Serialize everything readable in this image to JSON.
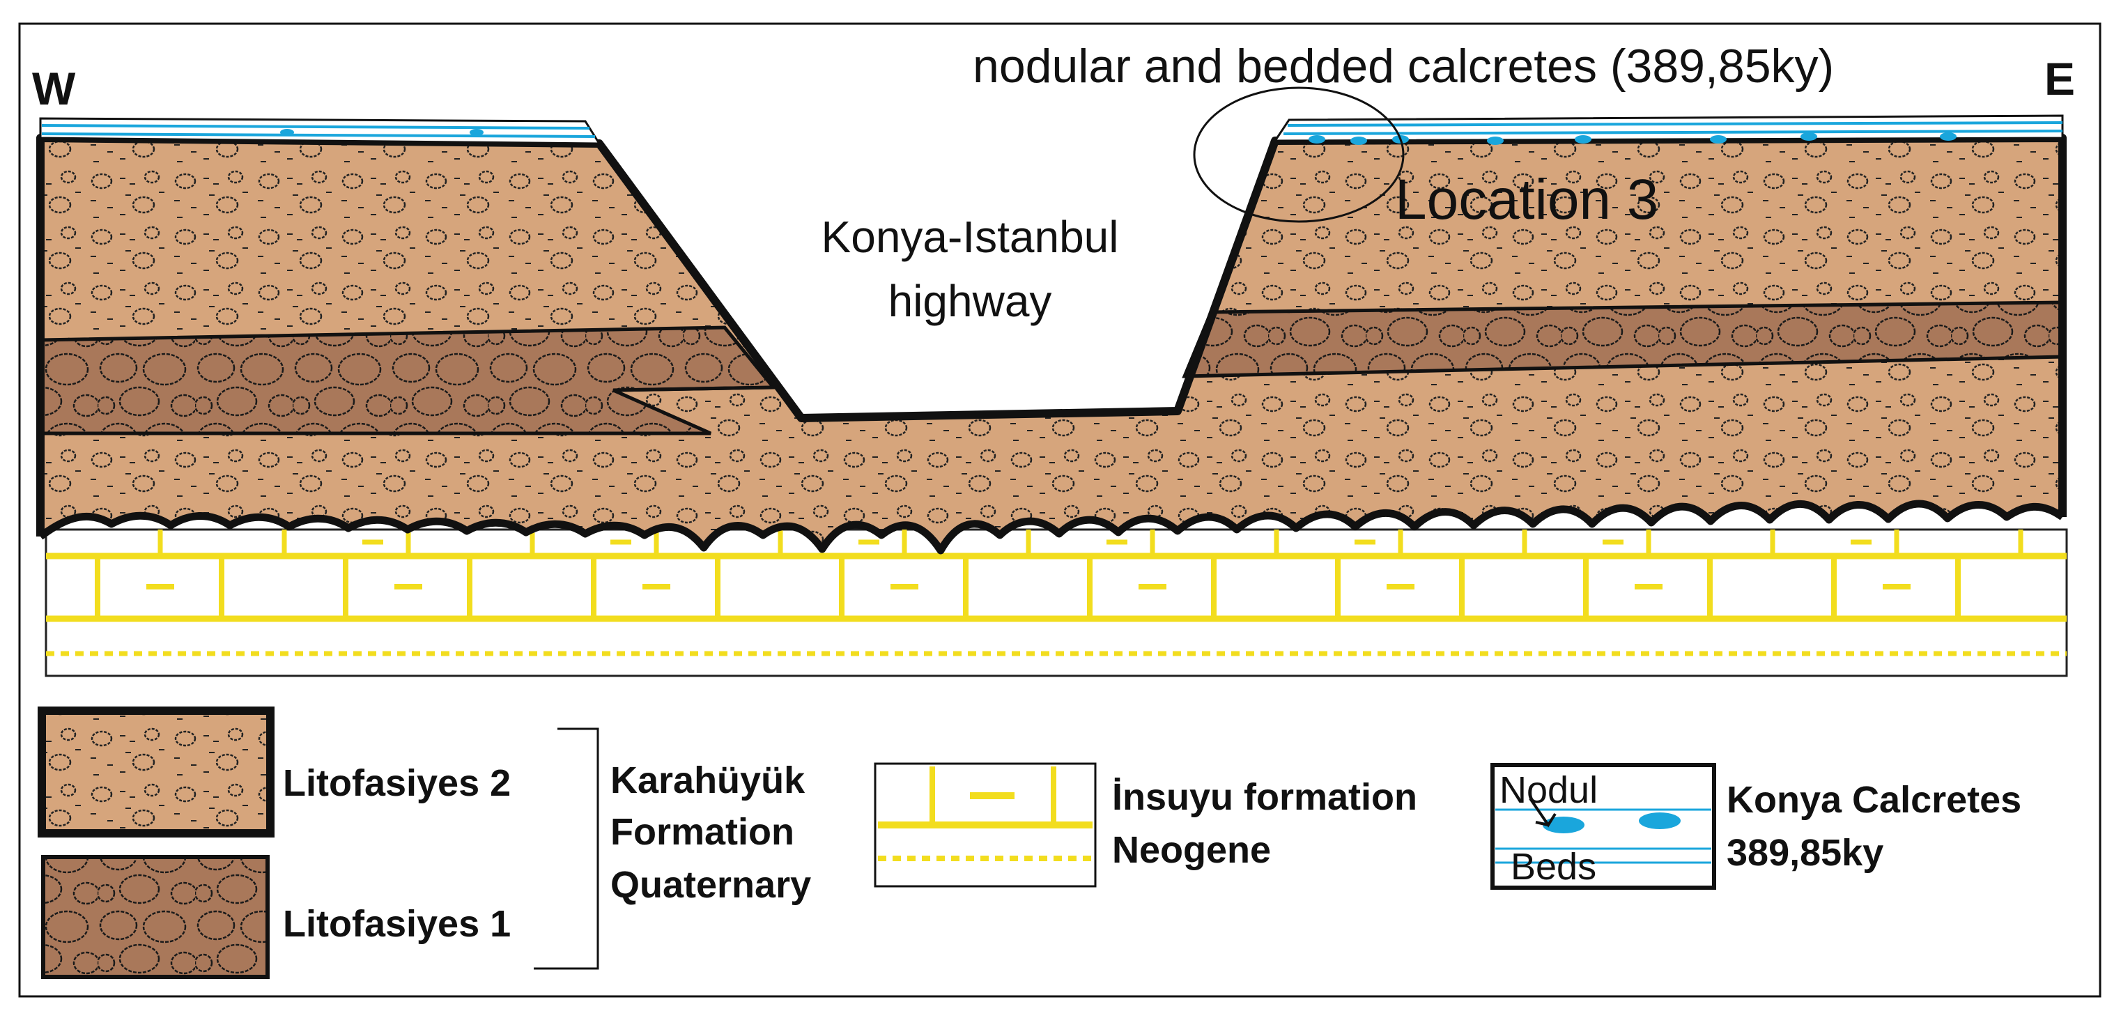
{
  "labels": {
    "west": "W",
    "east": "E",
    "callout": "nodular and bedded calcretes (389,85ky)",
    "location": "Location 3",
    "highway_line1": "Konya-Istanbul",
    "highway_line2": "highway"
  },
  "legend": {
    "lito2": "Litofasiyes 2",
    "lito1": "Litofasiyes 1",
    "formation_line1": "Karahüyük",
    "formation_line2": "Formation",
    "formation_line3": "Quaternary",
    "insuyu_line1": "İnsuyu formation",
    "insuyu_line2": "Neogene",
    "calcrete_box_top": "Nodul",
    "calcrete_box_bottom": "Beds",
    "calcrete_line1": "Konya Calcretes",
    "calcrete_line2": "389,85ky"
  },
  "colors": {
    "lito2_fill": "#d6a57c",
    "lito1_fill": "#a9785a",
    "limestone_line": "#f2dd1e",
    "calcrete_line": "#1aa6dc",
    "outline": "#111111"
  }
}
